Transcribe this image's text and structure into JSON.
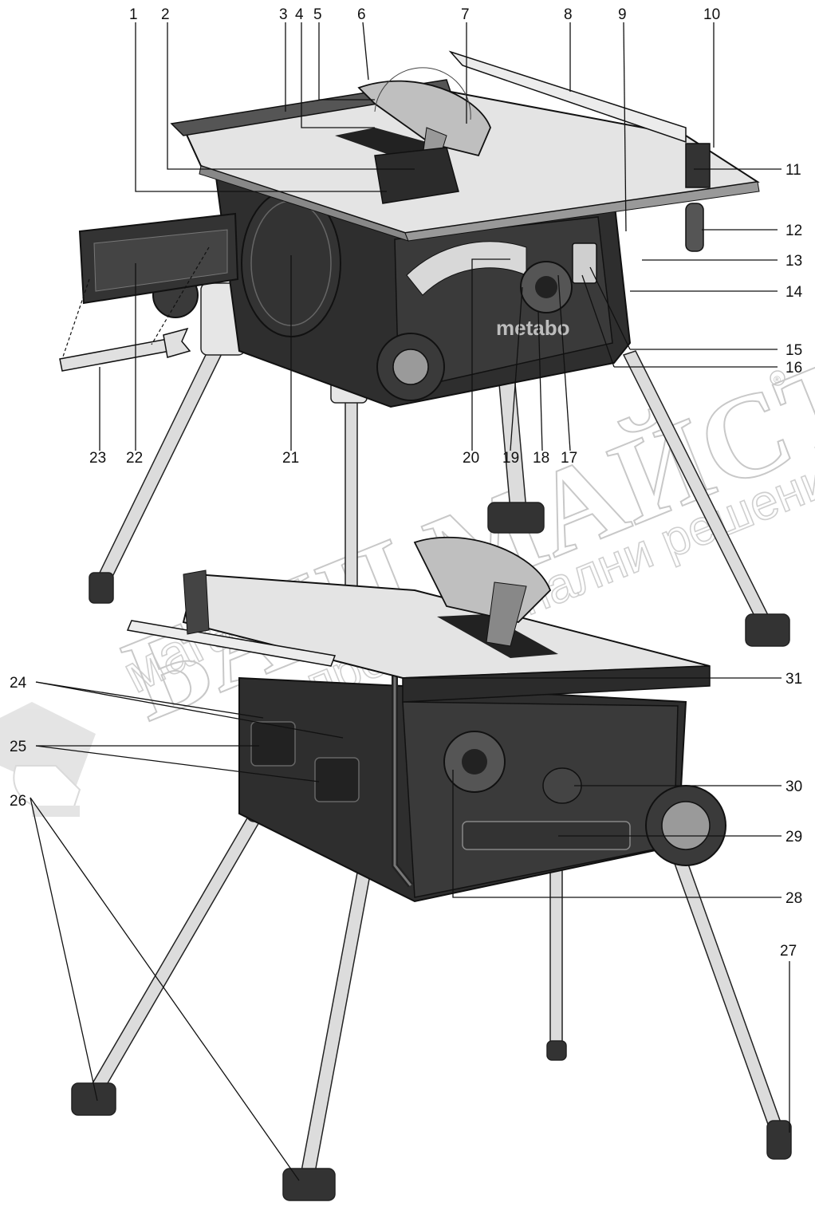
{
  "watermark": {
    "brand_line1": "магазин",
    "brand_line2": "БАШ МАЙСТОРА",
    "brand_line3": "професионални решения",
    "registered_mark": "®",
    "logo_text": "metabo"
  },
  "callouts": [
    {
      "id": "c1",
      "text": "1"
    },
    {
      "id": "c2",
      "text": "2"
    },
    {
      "id": "c3",
      "text": "3"
    },
    {
      "id": "c4",
      "text": "4"
    },
    {
      "id": "c5",
      "text": "5"
    },
    {
      "id": "c6",
      "text": "6"
    },
    {
      "id": "c7",
      "text": "7"
    },
    {
      "id": "c8",
      "text": "8"
    },
    {
      "id": "c9",
      "text": "9"
    },
    {
      "id": "c10",
      "text": "10"
    },
    {
      "id": "c11",
      "text": "11"
    },
    {
      "id": "c12",
      "text": "12"
    },
    {
      "id": "c13",
      "text": "13"
    },
    {
      "id": "c14",
      "text": "14"
    },
    {
      "id": "c15",
      "text": "15"
    },
    {
      "id": "c16",
      "text": "16"
    },
    {
      "id": "c17",
      "text": "17"
    },
    {
      "id": "c18",
      "text": "18"
    },
    {
      "id": "c19",
      "text": "19"
    },
    {
      "id": "c20",
      "text": "20"
    },
    {
      "id": "c21",
      "text": "21"
    },
    {
      "id": "c22",
      "text": "22"
    },
    {
      "id": "c23",
      "text": "23"
    },
    {
      "id": "c24",
      "text": "24"
    },
    {
      "id": "c25",
      "text": "25"
    },
    {
      "id": "c26",
      "text": "26"
    },
    {
      "id": "c27",
      "text": "27"
    },
    {
      "id": "c28",
      "text": "28"
    },
    {
      "id": "c29",
      "text": "29"
    },
    {
      "id": "c30",
      "text": "30"
    },
    {
      "id": "c31",
      "text": "31"
    }
  ],
  "colors": {
    "body_dark": "#2e2e2e",
    "table_light": "#e4e4e4",
    "leg_light": "#d9d9d9",
    "line": "#111111",
    "watermark": "#c8c8c8"
  }
}
